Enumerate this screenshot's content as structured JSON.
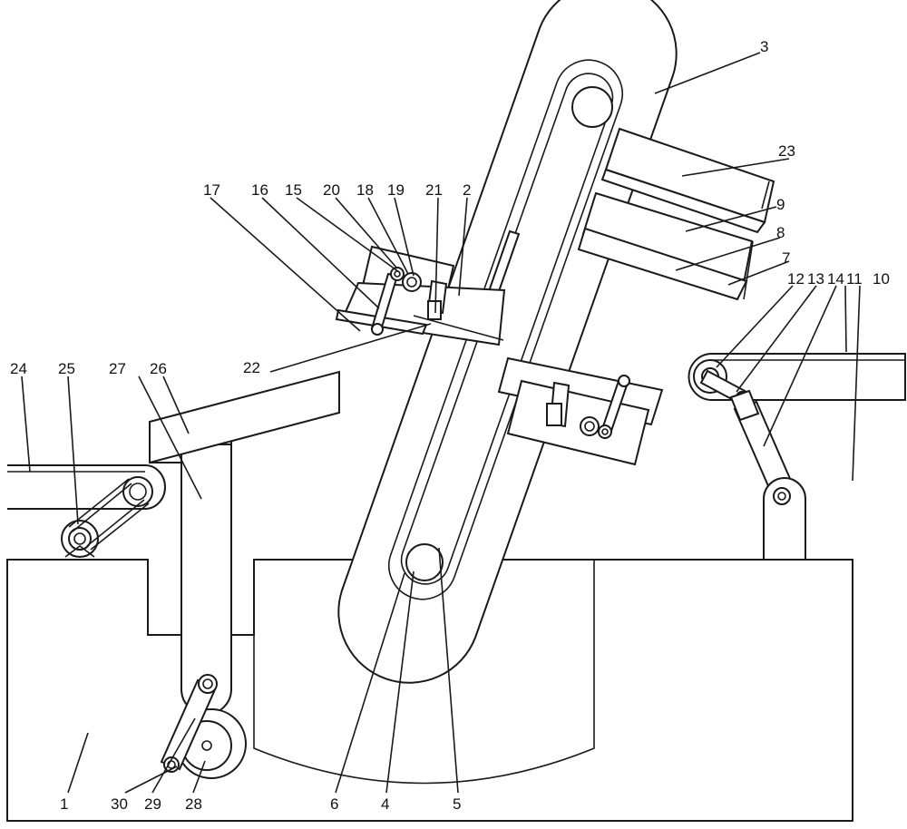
{
  "figure": {
    "kind": "mechanical patent drawing",
    "line_color": "#1a1a1a",
    "background": "#ffffff"
  },
  "labels": {
    "n1": "1",
    "n2": "2",
    "n3": "3",
    "n4": "4",
    "n5": "5",
    "n6": "6",
    "n7": "7",
    "n8": "8",
    "n9": "9",
    "n10": "10",
    "n11": "11",
    "n12": "12",
    "n13": "13",
    "n14": "14",
    "n15": "15",
    "n16": "16",
    "n17": "17",
    "n18": "18",
    "n19": "19",
    "n20": "20",
    "n21": "21",
    "n22": "22",
    "n23": "23",
    "n24": "24",
    "n25": "25",
    "n26": "26",
    "n27": "27",
    "n28": "28",
    "n29": "29",
    "n30": "30"
  }
}
